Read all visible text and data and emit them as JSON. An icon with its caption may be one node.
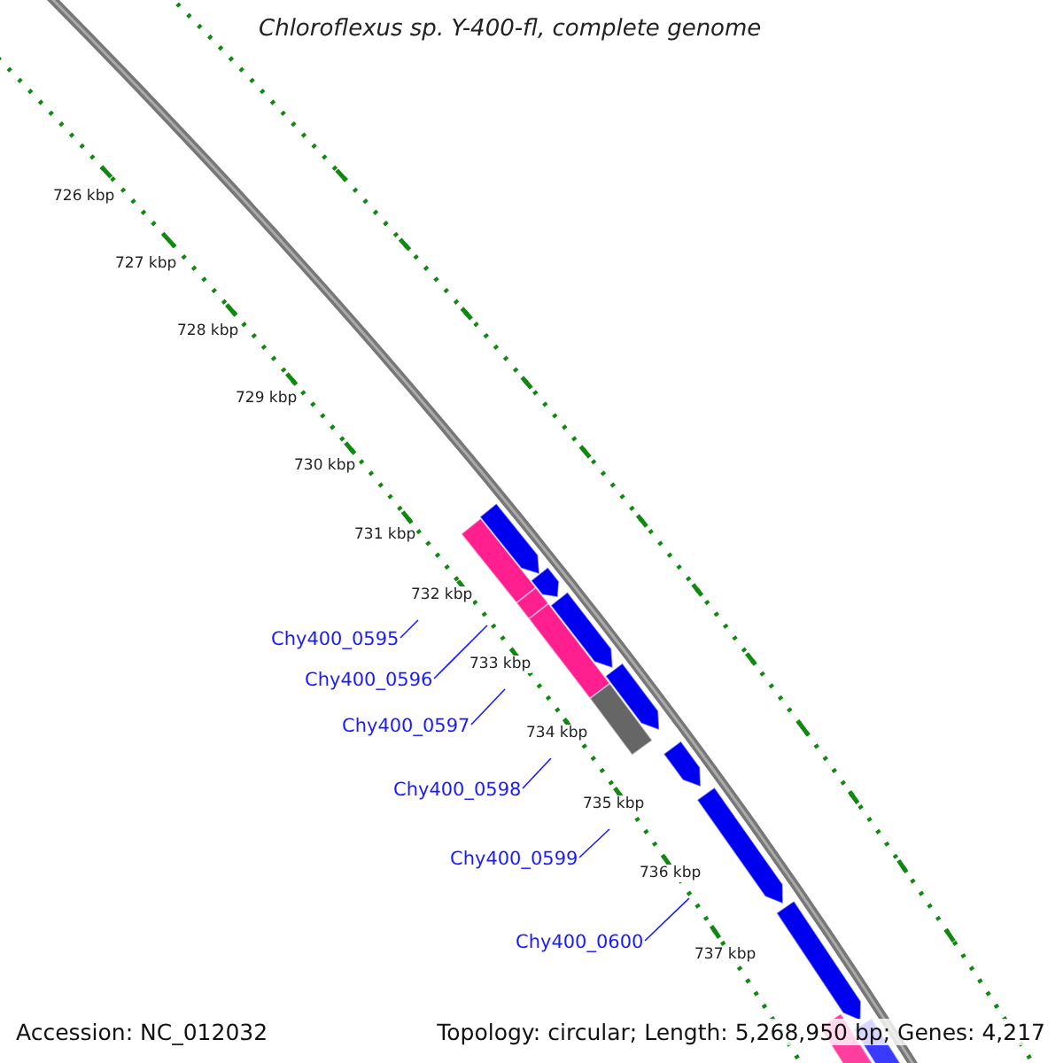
{
  "diagram": {
    "title": "Chloroflexus sp. Y-400-fl, complete genome",
    "nodes": [
      {
        "text": [
          "Chy400_0595"
        ]
      },
      {
        "text": [
          "Chy400_0596"
        ]
      },
      {
        "text": [
          "Chy400_0597"
        ]
      },
      {
        "text": [
          "Chy400_0598"
        ]
      },
      {
        "text": [
          "Chy400_0599"
        ]
      },
      {
        "text": [
          "Chy400_0600"
        ]
      }
    ],
    "edges": [
      {
        "from": 0,
        "to": null,
        "arrow": "none"
      },
      {
        "from": 1,
        "to": null,
        "arrow": "none"
      },
      {
        "from": 2,
        "to": null,
        "arrow": "none"
      },
      {
        "from": 3,
        "to": null,
        "arrow": "none"
      },
      {
        "from": 4,
        "to": null,
        "arrow": "none"
      },
      {
        "from": 5,
        "to": null,
        "arrow": "none"
      }
    ],
    "labels": [
      "726 kbp",
      "727 kbp",
      "728 kbp",
      "729 kbp",
      "730 kbp",
      "731 kbp",
      "732 kbp",
      "733 kbp",
      "734 kbp",
      "735 kbp",
      "736 kbp",
      "737 kbp",
      "Accession: NC_012032",
      "Topology: circular; Length: 5,268,950 bp; Genes: 4,217"
    ]
  }
}
